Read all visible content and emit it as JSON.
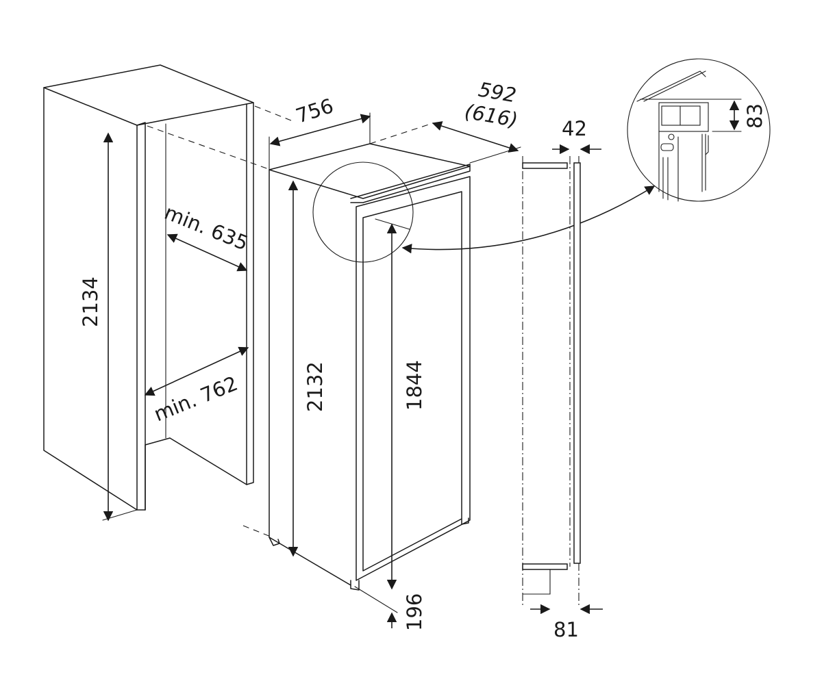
{
  "dimensions": {
    "niche_height": "2134",
    "niche_depth_min": "min. 635",
    "niche_width_min": "min. 762",
    "depth_total": "756",
    "width": "592",
    "width_alt": "(616)",
    "appliance_height": "2132",
    "door_height": "1844",
    "foot_height": "196",
    "door_panel_thickness": "42",
    "door_offset": "81",
    "detail_height": "83"
  },
  "colors": {
    "line": "#1a1a1a",
    "background": "#ffffff"
  }
}
